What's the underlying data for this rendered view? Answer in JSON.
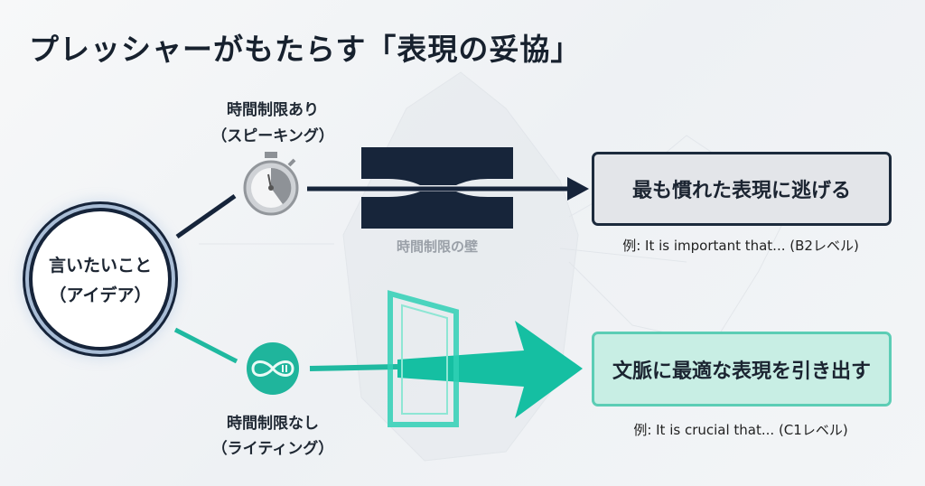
{
  "title": "プレッシャーがもたらす「表現の妥協」",
  "idea": {
    "line1": "言いたいこと",
    "line2": "（アイデア）"
  },
  "speaking": {
    "label": "時間制限あり",
    "sublabel": "（スピーキング）",
    "icon": "stopwatch-icon"
  },
  "writing": {
    "label": "時間制限なし",
    "sublabel": "（ライティング）",
    "icon": "infinity-icon"
  },
  "wall_label": "時間制限の壁",
  "result_speaking": {
    "text": "最も慣れた表現に逃げる",
    "example": "例: It is important that... (B2レベル)"
  },
  "result_writing": {
    "text": "文脈に最適な表現を引き出す",
    "example": "例: It is crucial that... (C1レベル)"
  },
  "colors": {
    "dark": "#16243a",
    "teal": "#1fb9a0",
    "teal_light": "#c8eee4",
    "gray_box": "#e3e5e9"
  }
}
